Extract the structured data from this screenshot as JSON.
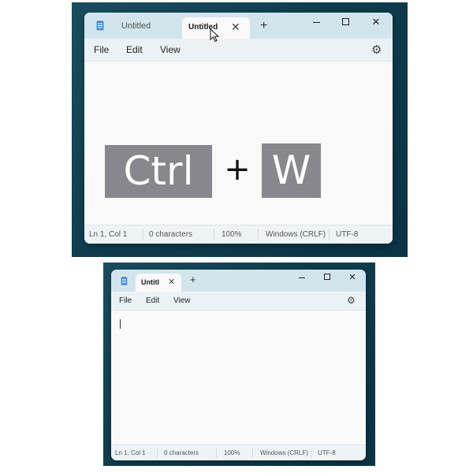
{
  "window1": {
    "tabs": [
      {
        "label": "Untitled",
        "active": false
      },
      {
        "label": "Untitled",
        "active": true
      }
    ],
    "tab_close_glyph": "✕",
    "new_tab_glyph": "+",
    "controls": {
      "close_glyph": "✕"
    },
    "menu": [
      "File",
      "Edit",
      "View"
    ],
    "settings_glyph": "⚙",
    "status": {
      "position": "Ln 1, Col 1",
      "characters": "0 characters",
      "zoom": "100%",
      "line_ending": "Windows (CRLF)",
      "encoding": "UTF-8"
    },
    "shortcut": {
      "key1": "Ctrl",
      "plus": "+",
      "key2": "W"
    }
  },
  "window2": {
    "tabs": [
      {
        "label": "Untitl",
        "active": true
      }
    ],
    "tab_close_glyph": "✕",
    "new_tab_glyph": "+",
    "controls": {
      "close_glyph": "✕"
    },
    "menu": [
      "File",
      "Edit",
      "View"
    ],
    "settings_glyph": "⚙",
    "status": {
      "position": "Ln 1, Col 1",
      "characters": "0 characters",
      "zoom": "100%",
      "line_ending": "Windows (CRLF)",
      "encoding": "UTF-8"
    }
  },
  "colors": {
    "background": "#0f3d4e",
    "titlebar": "#d2e5ed",
    "key": "#87878d"
  }
}
